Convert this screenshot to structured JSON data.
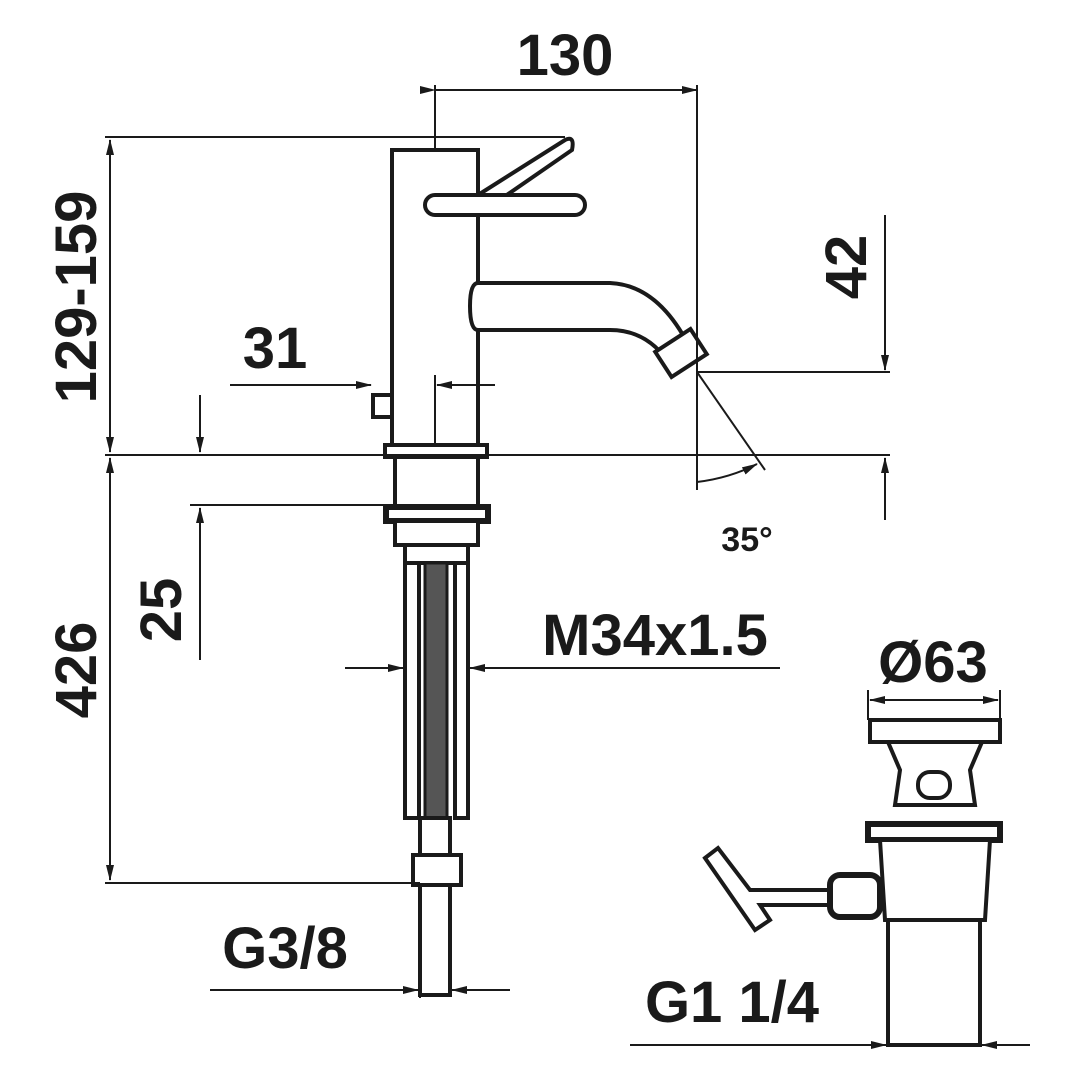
{
  "drawing": {
    "dimensions": {
      "spout_reach": "130",
      "height_range": "129-159",
      "spout_outlet_height": "42",
      "lever_offset": "31",
      "spout_angle": "35°",
      "thread_length": "25",
      "hose_length": "426",
      "shank_thread": "M34x1.5",
      "waste_diameter": "Ø63",
      "hose_connection": "G3/8",
      "waste_thread": "G1 1/4"
    },
    "color": "#1a1a1a"
  }
}
